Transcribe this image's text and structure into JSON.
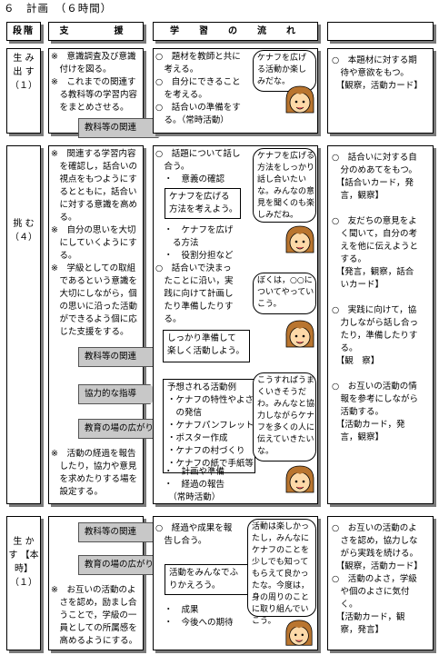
{
  "title": "６　計画　（６時間）",
  "headers": {
    "stage": "段階",
    "support": "支　　援",
    "flow": "学　習　の　流　れ",
    "eval": ""
  },
  "rows": [
    {
      "stage": "生\nみ\n出\nす\n\n（１）",
      "support": "※　意識調査及び意識\n　付けを図る。\n※　これまでの関連す\n　る教科等の学習内容\n　をまとめさせる。",
      "tags": [
        "教科等の関連"
      ],
      "flow": "○　題材を教師と共に\n　考える。\n○　自分にできること\n　を考える。\n○　話合いの準備をす\n　る。（常時活動）",
      "bubble": "ケナフを広げ\nる活動か楽し\nみだな。",
      "eval": "○　本題材に対する期\n　待や意欲をもつ。\n　【観察，活動カード】"
    },
    {
      "stage": "挑\n\n\n\n\n\n\n\n\n\nむ\n\n\n\n\n\n\n\n\n\n（４）",
      "support": "※　関連する学習内容\n　を確認し，話合いの\n　視点をもつようにす\n　るとともに，話合い\n　に対する意識を高め\n　る。\n※　自分の思いを大切\n　にしていくようにす\n　る。\n※　学級としての取組\n　であるという意識を\n　大切にしながら，個\n　の思いに沿った活動\n　ができるよう個に応\n　じた支援をする。",
      "support2": "※　活動の経過を報告\n　したり，協力や意見\n　を求めたりする場を\n　設定する。",
      "tags": [
        "教科等の関連",
        "協力的な指導",
        "教育の場の広がり"
      ],
      "flow1": "○　話題について話し\n　合う。\n　・　意義の確認",
      "frame1": "ケナフを広げる\n方法を考えよう。",
      "flow2": "　・　ケナフを広げ\n　　る方法\n　・　役割分担など\n○　話合いで決まっ\n　たことに沿い，実\n　践に向けて計画し\n　たり準備したりす\n　る。",
      "frame2": "しっかり準備して\n楽しく活動しよう。",
      "frame3": "予想される活動例\n・ケナフの特性やよさ\n　の発信\n・ケナフパンフレット\n・ポスター作成\n・ケナフの村づくり\n・ケナフの紙で手紙等",
      "flow3": "　・　計画や準備\n　・　経過の報告\n　　（常時活動）",
      "bubble1": "ケナフを広げる\n方法をしっかり\n話し合いたい\nな。みんなの意\n見を聞くのも楽\nしみだね。",
      "bubble2": "ぼくは，○○に\nついてやってい\nこう。",
      "bubble3": "こうすればうま\nくいきそうだ\nわ。みんなと協\n力しながらケナ\nフを多くの人に\n伝えていきたい\nな。",
      "eval": "○　話合いに対する自\n　分のめあてをもつ。\n　【話合いカード，発\n　言，観察】\n\n○　友だちの意見をよ\n　く聞いて，自分の考\n　えを他に伝えようと\n　する。\n　【発言，観察，話合\n　いカード】\n\n○　実践に向けて，協\n　力しながら話し合っ\n　たり，準備したりす\n　る。\n　【観　察】\n\n○　お互いの活動の情\n　報を参考にしながら\n　活動する。\n　【活動カード，発\n　言，観察】"
    },
    {
      "stage": "生\n\nか\n\nす\n\n【本時】\n（１）",
      "support": "※　お互いの活動のよ\n　さを認め，励まし合\n　うことで，学級の一\n　員としての所属感を\n　高めるようにする。",
      "tags": [
        "教科等の関連",
        "教育の場の広がり"
      ],
      "flow1": "○　経過や成果を報\n　告し合う。",
      "frame1": "活動をみんなでふ\nりかえろう。",
      "flow2": "　・　成果\n　・　今後への期待",
      "bubble": "活動は楽しかっ\nたし，みんなに\nケナフのことを\n少しでも知って\nもらえて良かっ\nたな。今度は，\n身の周りのこと\nに取り組んでい\nこう。",
      "eval": "○　お互いの活動のよ\n　さを認め，協力しな\n　がら実践を続ける。\n　【観察，活動カード】\n○　活動のよさ，学級\n　や個のよさに気付\n　く。\n　【活動カード，観\n　察，発言】"
    }
  ],
  "colors": {
    "shadow": "#7a7a7a",
    "tag": "#c8c8c8",
    "hair": "#b9752f",
    "skin": "#fcd9a8"
  }
}
